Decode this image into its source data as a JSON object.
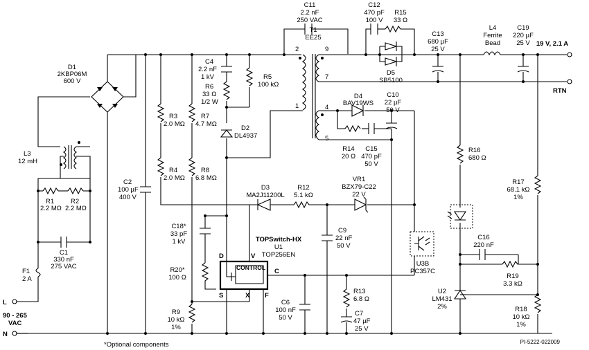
{
  "output": {
    "voltage_label": "19 V, 2.1 A",
    "return_label": "RTN"
  },
  "input": {
    "line_label": "L",
    "neutral_label": "N",
    "range_label": "90 - 265",
    "unit_label": "VAC"
  },
  "components": {
    "D1": {
      "ref": "D1",
      "part": "2KBP06M",
      "rating": "600 V"
    },
    "L3": {
      "ref": "L3",
      "value": "12 mH"
    },
    "R1": {
      "ref": "R1",
      "value": "2.2 MΩ"
    },
    "R2": {
      "ref": "R2",
      "value": "2.2 MΩ"
    },
    "C1": {
      "ref": "C1",
      "value": "330 nF",
      "rating": "275 VAC"
    },
    "F1": {
      "ref": "F1",
      "value": "2 A"
    },
    "C2": {
      "ref": "C2",
      "value": "100 µF",
      "rating": "400 V"
    },
    "R3": {
      "ref": "R3",
      "value": "2.0 MΩ"
    },
    "R4": {
      "ref": "R4",
      "value": "2.0 MΩ"
    },
    "C4": {
      "ref": "C4",
      "value": "2.2 nF",
      "rating": "1 kV"
    },
    "R6": {
      "ref": "R6",
      "value": "33 Ω",
      "rating": "1/2 W"
    },
    "R5": {
      "ref": "R5",
      "value": "100 kΩ"
    },
    "R7": {
      "ref": "R7",
      "value": "4.7 MΩ"
    },
    "R8": {
      "ref": "R8",
      "value": "6.8 MΩ"
    },
    "D2": {
      "ref": "D2",
      "part": "DL4937"
    },
    "C11": {
      "ref": "C11",
      "value": "2.2 nF",
      "rating": "250 VAC"
    },
    "T1": {
      "ref": "T1",
      "part": "EE25",
      "pin2": "2",
      "pin1": "1",
      "pin9": "9",
      "pin7": "7",
      "pin4": "4",
      "pin5": "5"
    },
    "C12": {
      "ref": "C12",
      "value": "470 pF",
      "rating": "100 V"
    },
    "R15": {
      "ref": "R15",
      "value": "33 Ω"
    },
    "D5": {
      "ref": "D5",
      "part": "SB5100"
    },
    "C13": {
      "ref": "C13",
      "value": "680 µF",
      "rating": "25 V"
    },
    "L4": {
      "ref": "L4",
      "part": "Ferrite",
      "part2": "Bead"
    },
    "C19": {
      "ref": "C19",
      "value": "220 µF",
      "rating": "25 V"
    },
    "D4": {
      "ref": "D4",
      "part": "BAV19WS"
    },
    "C10": {
      "ref": "C10",
      "value": "22 µF",
      "rating": "50 V"
    },
    "R14": {
      "ref": "R14",
      "value": "20 Ω"
    },
    "C15": {
      "ref": "C15",
      "value": "470 pF",
      "rating": "50 V"
    },
    "D3": {
      "ref": "D3",
      "part": "MA2J11200L"
    },
    "R12": {
      "ref": "R12",
      "value": "5.1 kΩ"
    },
    "VR1": {
      "ref": "VR1",
      "part": "BZX79-C22",
      "rating": "22 V"
    },
    "C18": {
      "ref": "C18*",
      "value": "33 pF",
      "rating": "1 kV"
    },
    "U1": {
      "family": "TOPSwitch-HX",
      "ref": "U1",
      "part": "TOP256EN",
      "block": "CONTROL",
      "pin_d": "D",
      "pin_v": "V",
      "pin_c": "C",
      "pin_s": "S",
      "pin_x": "X",
      "pin_f": "F"
    },
    "C9": {
      "ref": "C9",
      "value": "22 nF",
      "rating": "50 V"
    },
    "R20": {
      "ref": "R20*",
      "value": "100 Ω"
    },
    "R9": {
      "ref": "R9",
      "value": "10 kΩ",
      "tol": "1%"
    },
    "C6": {
      "ref": "C6",
      "value": "100 nF",
      "rating": "50 V"
    },
    "R13": {
      "ref": "R13",
      "value": "6.8 Ω"
    },
    "C7": {
      "ref": "C7",
      "value": "47 µF",
      "rating": "25 V"
    },
    "U3B": {
      "ref": "U3B",
      "part": "PC357C"
    },
    "R16": {
      "ref": "R16",
      "value": "680 Ω"
    },
    "R17": {
      "ref": "R17",
      "value": "68.1 kΩ",
      "tol": "1%"
    },
    "C16": {
      "ref": "C16",
      "value": "220 nF"
    },
    "R19": {
      "ref": "R19",
      "value": "3.3 kΩ"
    },
    "U2": {
      "ref": "U2",
      "part": "LM431",
      "tol": "2%"
    },
    "R18": {
      "ref": "R18",
      "value": "10 kΩ",
      "tol": "1%"
    }
  },
  "footnote": "*Optional components",
  "drawing_id": "PI-5222-022009"
}
